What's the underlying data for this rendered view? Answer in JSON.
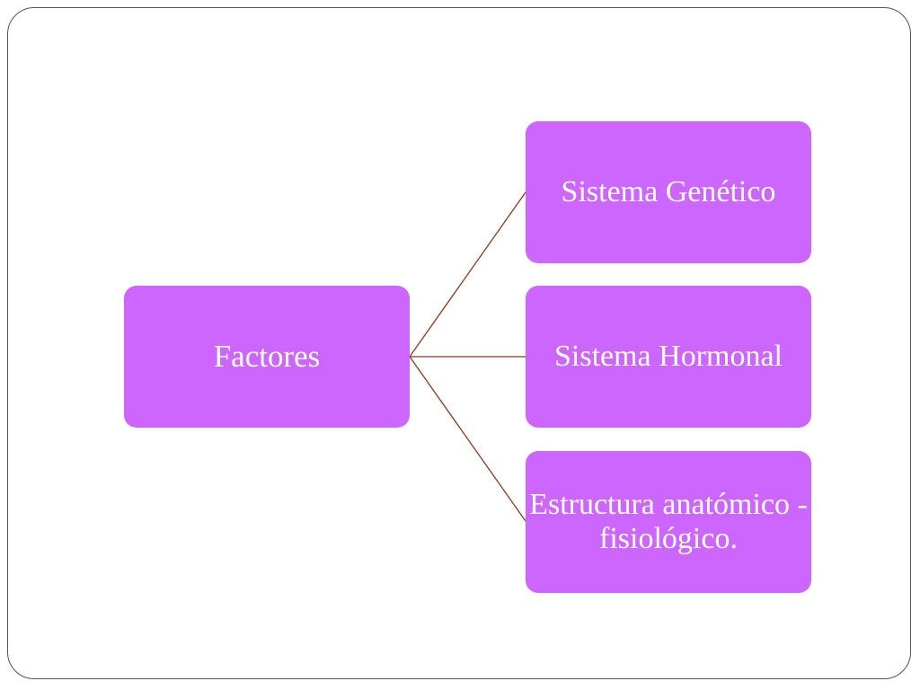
{
  "diagram": {
    "root": {
      "label": "Factores"
    },
    "children": [
      {
        "label": "Sistema Genético"
      },
      {
        "label": "Sistema Hormonal"
      },
      {
        "label": "Estructura anatómico - fisiológico."
      }
    ]
  },
  "colors": {
    "node_fill": "#cc66ff",
    "node_text": "#ffffff",
    "connector": "#8b3a1e",
    "frame_border": "#555555"
  }
}
